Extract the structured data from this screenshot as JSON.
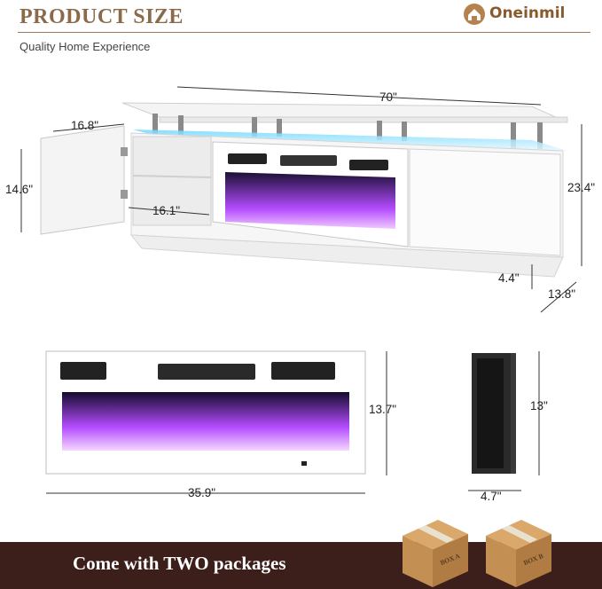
{
  "header": {
    "title": "PRODUCT SIZE",
    "brand": "Oneinmil",
    "subtitle": "Quality Home Experience"
  },
  "dimensions": {
    "cabinet": {
      "width": "70\"",
      "door_width": "16.8\"",
      "height_left": "14.6\"",
      "shelf_width": "16.1\"",
      "height_total": "23.4\"",
      "base_height": "4.4\"",
      "depth": "13.8\""
    },
    "fireplace": {
      "width": "35.9\"",
      "height": "13.7\"",
      "side_height": "13\"",
      "side_depth": "4.7\""
    }
  },
  "footer": {
    "text": "Come with TWO packages",
    "box_a": "BOX A",
    "box_b": "BOX B"
  },
  "colors": {
    "brand": "#8a5a2f",
    "footer_bg": "#3c1f1a",
    "led_glow": "#6fd8ff",
    "flame": "#b44cff"
  }
}
